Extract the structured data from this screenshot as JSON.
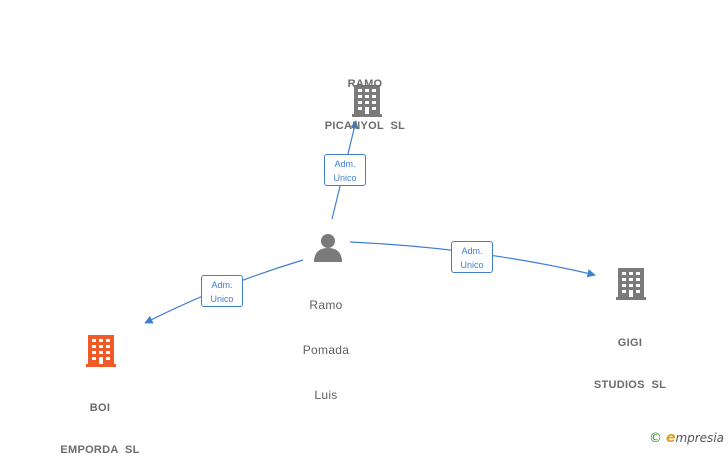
{
  "nodes": {
    "ramo_picanyol": {
      "line1": "RAMO",
      "line2": "PICANYOL  SL",
      "type": "company",
      "color": "#7a7a7a"
    },
    "boi_emporda": {
      "line1": "BOI",
      "line2": "EMPORDA  SL",
      "type": "company",
      "color": "#f05a28"
    },
    "gigi_studios": {
      "line1": "GIGI",
      "line2": "STUDIOS  SL",
      "type": "company",
      "color": "#7a7a7a"
    },
    "person": {
      "line1": "Ramo",
      "line2": "Pomada",
      "line3": "Luis",
      "type": "person",
      "color": "#7a7a7a"
    }
  },
  "edges": {
    "to_picanyol": {
      "line1": "Adm.",
      "line2": "Unico"
    },
    "to_boi": {
      "line1": "Adm.",
      "line2": "Unico"
    },
    "to_gigi": {
      "line1": "Adm.",
      "line2": "Unico"
    }
  },
  "edge_color": "#3f7fd0",
  "brand": {
    "copyright": "©",
    "e": "e",
    "rest": "mpresia"
  }
}
